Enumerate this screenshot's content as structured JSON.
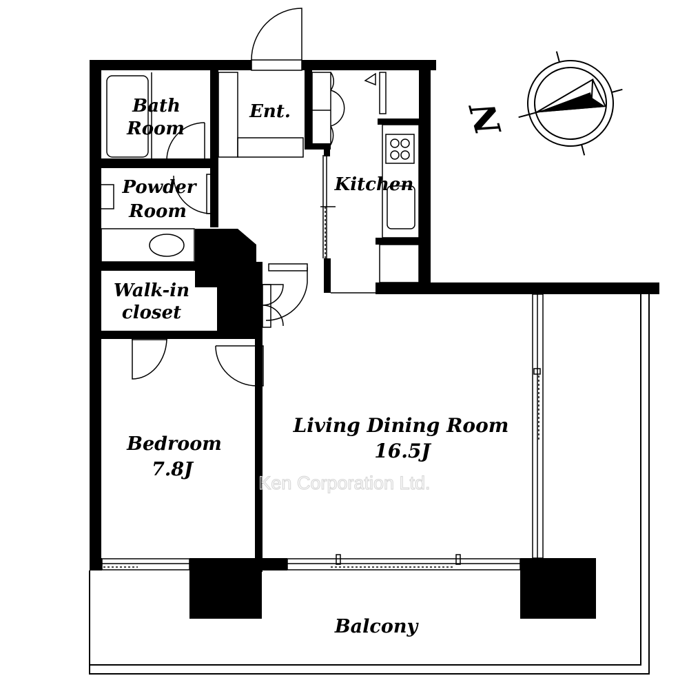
{
  "rooms": {
    "bath": {
      "line1": "Bath",
      "line2": "Room"
    },
    "entrance": {
      "label": "Ent."
    },
    "kitchen": {
      "label": "Kitchen"
    },
    "powder": {
      "line1": "Powder",
      "line2": "Room"
    },
    "closet": {
      "line1": "Walk-in",
      "line2": "closet"
    },
    "bedroom": {
      "label": "Bedroom",
      "area": "7.8J"
    },
    "living": {
      "label": "Living Dining Room",
      "area": "16.5J"
    },
    "balcony": {
      "label": "Balcony"
    }
  },
  "compass": {
    "north_label": "N"
  },
  "watermark": "Ken Corporation Ltd.",
  "colors": {
    "wall": "#000000",
    "background": "#ffffff",
    "watermark": "#d8d8d8"
  }
}
